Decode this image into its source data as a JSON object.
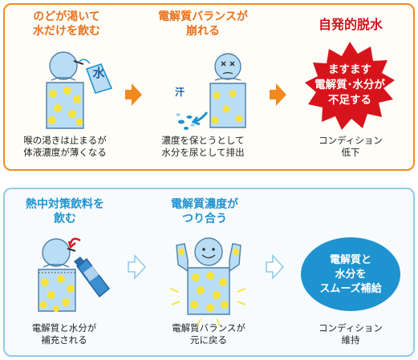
{
  "top": {
    "step1": {
      "title": "のどが渇いて\n水だけを飲む",
      "cup_label": "水",
      "caption": "喉の渇きは止まるが\n体液濃度が薄くなる"
    },
    "step2": {
      "title": "電解質バランスが\n崩れる",
      "sweat_label": "汗",
      "caption": "濃度を保とうとして\n水分を尿として排出"
    },
    "step3": {
      "title": "自発的脱水",
      "burst_text": "ますます\n電解質･水分が\n不足する",
      "caption": "コンディション\n低下"
    }
  },
  "bottom": {
    "step1": {
      "title": "熱中対策飲料を\n飲む",
      "caption": "電解質と水分が\n補充される"
    },
    "step2": {
      "title": "電解質濃度が\nつり合う",
      "caption": "電解質バランスが\n元に戻る"
    },
    "step3": {
      "ellipse_text": "電解質と\n水分を\nスムーズ補給",
      "caption": "コンディション\n維持"
    }
  },
  "colors": {
    "orange": "#f08a1e",
    "light_blue": "#8fcbe8",
    "body_fill": "#b9ddf4",
    "particle": "#f7e33c",
    "burst_red": "#d7141c",
    "ellipse_blue": "#1e93cf"
  }
}
